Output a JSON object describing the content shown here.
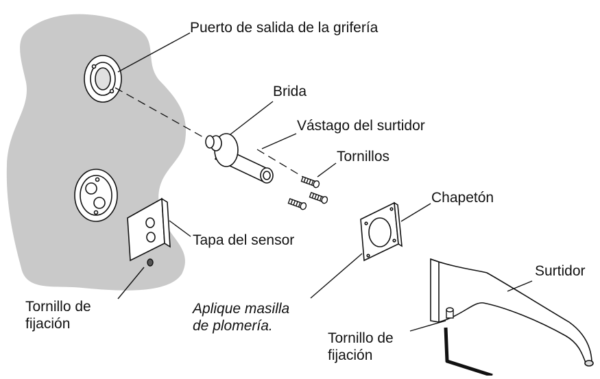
{
  "labels": {
    "outlet_port": "Puerto de salida de la grifería",
    "flange": "Brida",
    "spout_shank": "Vástago del surtidor",
    "screws": "Tornillos",
    "escutcheon": "Chapetón",
    "sensor_cover": "Tapa del sensor",
    "set_screw_left_line1": "Tornillo de",
    "set_screw_left_line2": "fijación",
    "putty_line1": "Aplique masilla",
    "putty_line2": "de plomería.",
    "spout": "Surtidor",
    "set_screw_right_line1": "Tornillo de",
    "set_screw_right_line2": "fijación"
  },
  "colors": {
    "wall": "#c9c9c9",
    "line": "#111111",
    "part_fill": "#ffffff"
  }
}
